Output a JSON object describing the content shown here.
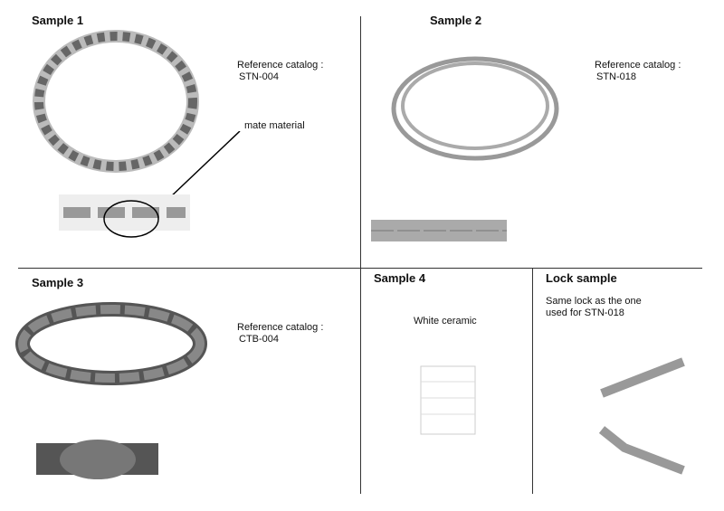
{
  "sample1": {
    "title": "Sample 1",
    "ref_label": "Reference catalog :",
    "ref_code": "STN-004",
    "annotation": "mate material"
  },
  "sample2": {
    "title": "Sample 2",
    "ref_label": "Reference catalog :",
    "ref_code": "STN-018"
  },
  "sample3": {
    "title": "Sample 3",
    "ref_label": "Reference catalog :",
    "ref_code": "CTB-004"
  },
  "sample4": {
    "title": "Sample 4",
    "note": "White ceramic"
  },
  "lock": {
    "title": "Lock sample",
    "note_line1": "Same lock as the one",
    "note_line2": "used for  STN-018"
  }
}
